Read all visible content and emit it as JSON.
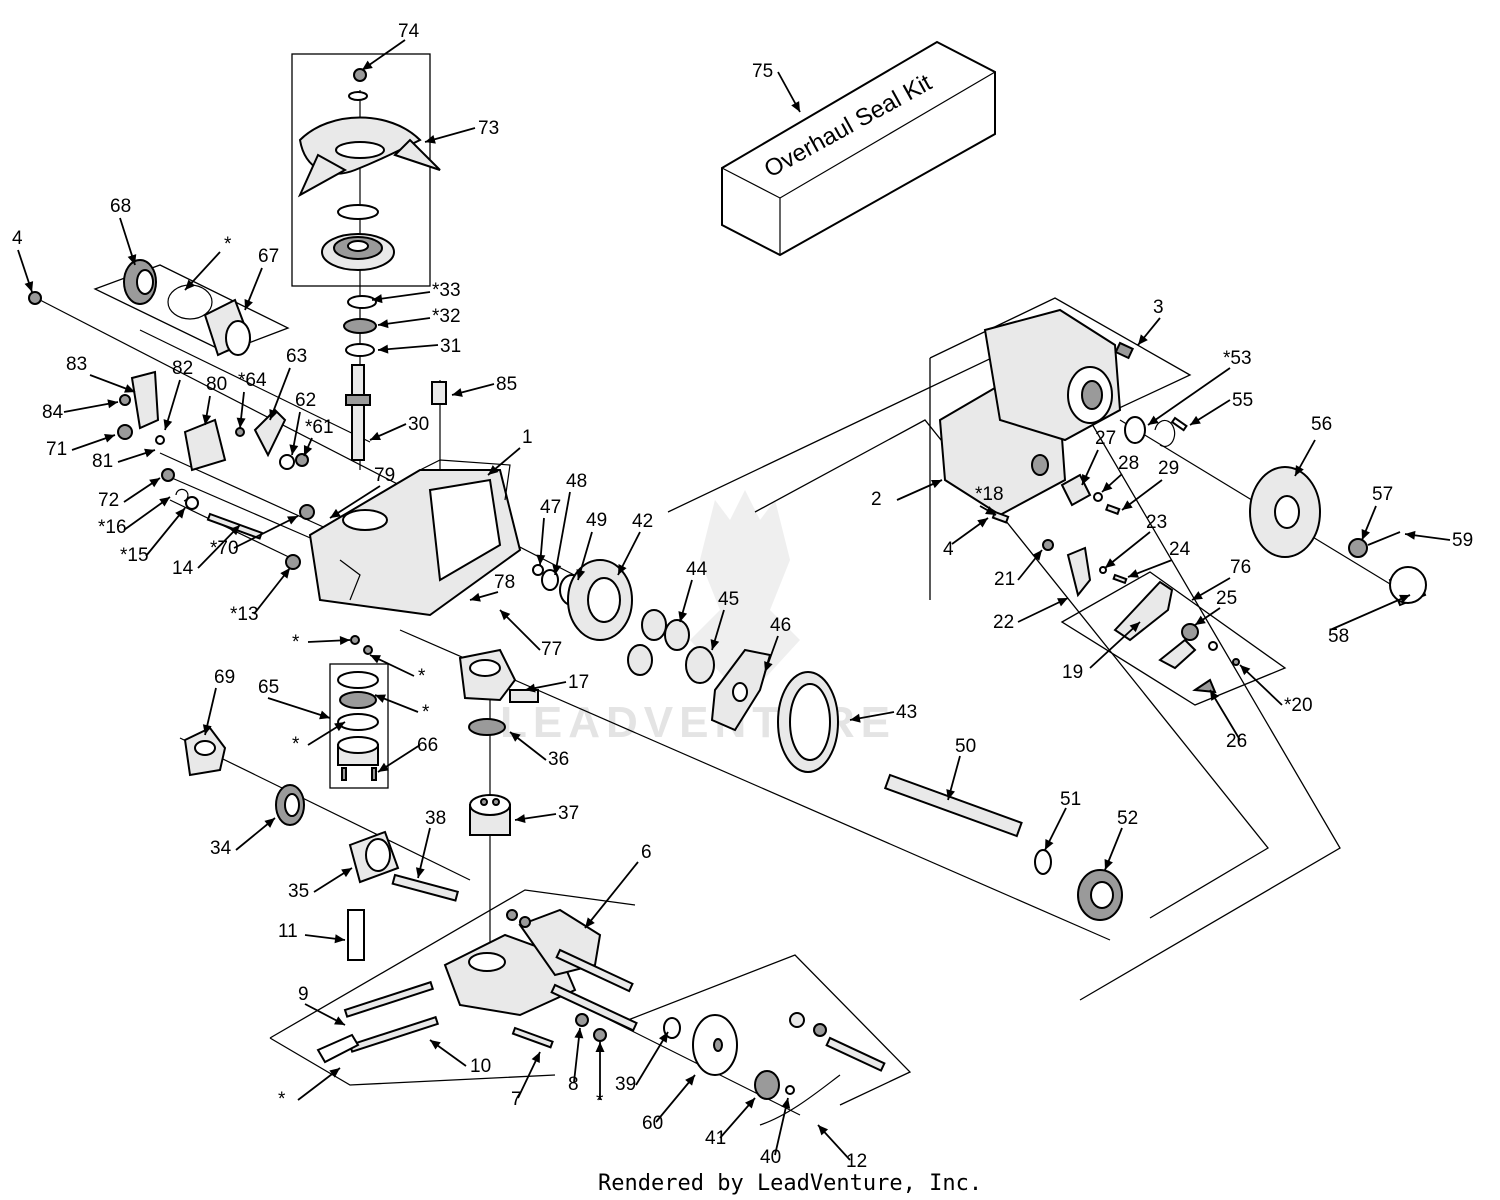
{
  "callouts": [
    {
      "id": "c74",
      "text": "74"
    },
    {
      "id": "c73",
      "text": "73"
    },
    {
      "id": "c75",
      "text": "75"
    },
    {
      "id": "c68",
      "text": "68"
    },
    {
      "id": "cstar_a",
      "text": "*"
    },
    {
      "id": "c67",
      "text": "67"
    },
    {
      "id": "c4a",
      "text": "4"
    },
    {
      "id": "c33",
      "text": "*33"
    },
    {
      "id": "c32",
      "text": "*32"
    },
    {
      "id": "c31",
      "text": "31"
    },
    {
      "id": "c3",
      "text": "3"
    },
    {
      "id": "c53",
      "text": "*53"
    },
    {
      "id": "c55",
      "text": "55"
    },
    {
      "id": "c83",
      "text": "83"
    },
    {
      "id": "c82",
      "text": "82"
    },
    {
      "id": "c80",
      "text": "80"
    },
    {
      "id": "c64",
      "text": "*64"
    },
    {
      "id": "c63",
      "text": "63"
    },
    {
      "id": "c85",
      "text": "85"
    },
    {
      "id": "c84",
      "text": "84"
    },
    {
      "id": "c62",
      "text": "62"
    },
    {
      "id": "c61",
      "text": "*61"
    },
    {
      "id": "c30",
      "text": "30"
    },
    {
      "id": "c1",
      "text": "1"
    },
    {
      "id": "c56",
      "text": "56"
    },
    {
      "id": "c71",
      "text": "71"
    },
    {
      "id": "c81",
      "text": "81"
    },
    {
      "id": "c27",
      "text": "27"
    },
    {
      "id": "c28",
      "text": "28"
    },
    {
      "id": "c29",
      "text": "29"
    },
    {
      "id": "c79",
      "text": "79"
    },
    {
      "id": "c72",
      "text": "72"
    },
    {
      "id": "c48",
      "text": "48"
    },
    {
      "id": "c47",
      "text": "47"
    },
    {
      "id": "c49",
      "text": "49"
    },
    {
      "id": "c42",
      "text": "42"
    },
    {
      "id": "c2",
      "text": "2"
    },
    {
      "id": "c18",
      "text": "*18"
    },
    {
      "id": "c57",
      "text": "57"
    },
    {
      "id": "c16",
      "text": "*16"
    },
    {
      "id": "c15",
      "text": "*15"
    },
    {
      "id": "c14",
      "text": "14"
    },
    {
      "id": "c70",
      "text": "*70"
    },
    {
      "id": "c4b",
      "text": "4"
    },
    {
      "id": "c23",
      "text": "23"
    },
    {
      "id": "c59",
      "text": "59"
    },
    {
      "id": "c44",
      "text": "44"
    },
    {
      "id": "c24",
      "text": "24"
    },
    {
      "id": "c21",
      "text": "21"
    },
    {
      "id": "c76",
      "text": "76"
    },
    {
      "id": "c13",
      "text": "*13"
    },
    {
      "id": "c78",
      "text": "78"
    },
    {
      "id": "c45",
      "text": "45"
    },
    {
      "id": "c22",
      "text": "22"
    },
    {
      "id": "c25",
      "text": "25"
    },
    {
      "id": "c46",
      "text": "46"
    },
    {
      "id": "c58",
      "text": "58"
    },
    {
      "id": "c77",
      "text": "77"
    },
    {
      "id": "cstar_b",
      "text": "*"
    },
    {
      "id": "cstar_c",
      "text": "*"
    },
    {
      "id": "c19",
      "text": "19"
    },
    {
      "id": "c69",
      "text": "69"
    },
    {
      "id": "c65",
      "text": "65"
    },
    {
      "id": "c17",
      "text": "17"
    },
    {
      "id": "c20",
      "text": "*20"
    },
    {
      "id": "cstar_d",
      "text": "*"
    },
    {
      "id": "c43",
      "text": "43"
    },
    {
      "id": "cstar_e",
      "text": "*"
    },
    {
      "id": "c26",
      "text": "26"
    },
    {
      "id": "c66",
      "text": "66"
    },
    {
      "id": "c50",
      "text": "50"
    },
    {
      "id": "c36",
      "text": "36"
    },
    {
      "id": "c51",
      "text": "51"
    },
    {
      "id": "c37",
      "text": "37"
    },
    {
      "id": "c52",
      "text": "52"
    },
    {
      "id": "c34",
      "text": "34"
    },
    {
      "id": "c38",
      "text": "38"
    },
    {
      "id": "c6",
      "text": "6"
    },
    {
      "id": "c35",
      "text": "35"
    },
    {
      "id": "c11",
      "text": "11"
    },
    {
      "id": "c9",
      "text": "9"
    },
    {
      "id": "c10",
      "text": "10"
    },
    {
      "id": "cstar_f",
      "text": "*"
    },
    {
      "id": "c7",
      "text": "7"
    },
    {
      "id": "c8",
      "text": "8"
    },
    {
      "id": "cstar_g",
      "text": "*"
    },
    {
      "id": "c39",
      "text": "39"
    },
    {
      "id": "c60",
      "text": "60"
    },
    {
      "id": "c41",
      "text": "41"
    },
    {
      "id": "c40",
      "text": "40"
    },
    {
      "id": "c12",
      "text": "12"
    }
  ],
  "kit_label": "Overhaul Seal Kit",
  "footer": "Rendered by LeadVenture, Inc.",
  "watermark": "LEADVENTURE",
  "colors": {
    "ink": "#000000",
    "part_fill": "#e9e9e9",
    "part_dark": "#9a9a9a",
    "watermark": "#cfcfcf"
  }
}
